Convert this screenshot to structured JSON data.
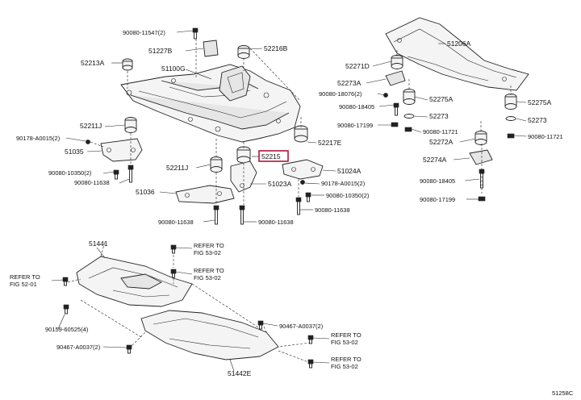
{
  "diagram_id": "51258C",
  "highlight": "52215",
  "highlight_color": "#b0143c",
  "labels": {
    "p90080_11547": "90080-11547(2)",
    "p51227B": "51227B",
    "p52216B": "52216B",
    "p51206A": "51206A",
    "p52213A": "52213A",
    "p51100G": "51100G",
    "p52271D": "52271D",
    "p52273A": "52273A",
    "p90080_18076": "90080-18076(2)",
    "p52275A_l": "52275A",
    "p52275A_r": "52275A",
    "p90080_18405_l": "90080-18405",
    "p52273_l": "52273",
    "p52273_r": "52273",
    "p90080_17199_l": "90080-17199",
    "p90080_11721_l": "90080-11721",
    "p90080_11721_r": "90080-11721",
    "p52272A": "52272A",
    "p52211J_top": "52211J",
    "p52217E": "52217E",
    "p90178_A0015_l": "90178-A0015(2)",
    "p51035": "51035",
    "p52274A": "52274A",
    "p90080_10350_l": "90080-10350(2)",
    "p52211J_mid": "52211J",
    "p52215": "52215",
    "p51024A": "51024A",
    "p90080_11638_l": "90080-11638",
    "p51023A": "51023A",
    "p90178_A0015_r": "90178-A0015(2)",
    "p90080_18405_r": "90080-18405",
    "p51036": "51036",
    "p90080_10350_r": "90080-10350(2)",
    "p90080_17199_r": "90080-17199",
    "p90080_11638_r": "90080-11638",
    "p90080_11638_b1": "90080-11638",
    "p90080_11638_b2": "90080-11638",
    "p51441": "51441",
    "ref1a": "REFER TO",
    "ref1b": "FIG 53-02",
    "ref2a": "REFER TO",
    "ref2b": "FIG 53-02",
    "ref3a": "REFER TO",
    "ref3b": "FIG 52-01",
    "p90467_A0037_r": "90467-A0037(2)",
    "p90159_60525": "90159-60525(4)",
    "ref4a": "REFER TO",
    "ref4b": "FIG 53-02",
    "p90467_A0037_l": "90467-A0037(2)",
    "ref5a": "REFER TO",
    "ref5b": "FIG 53-02",
    "p51442E": "51442E"
  }
}
